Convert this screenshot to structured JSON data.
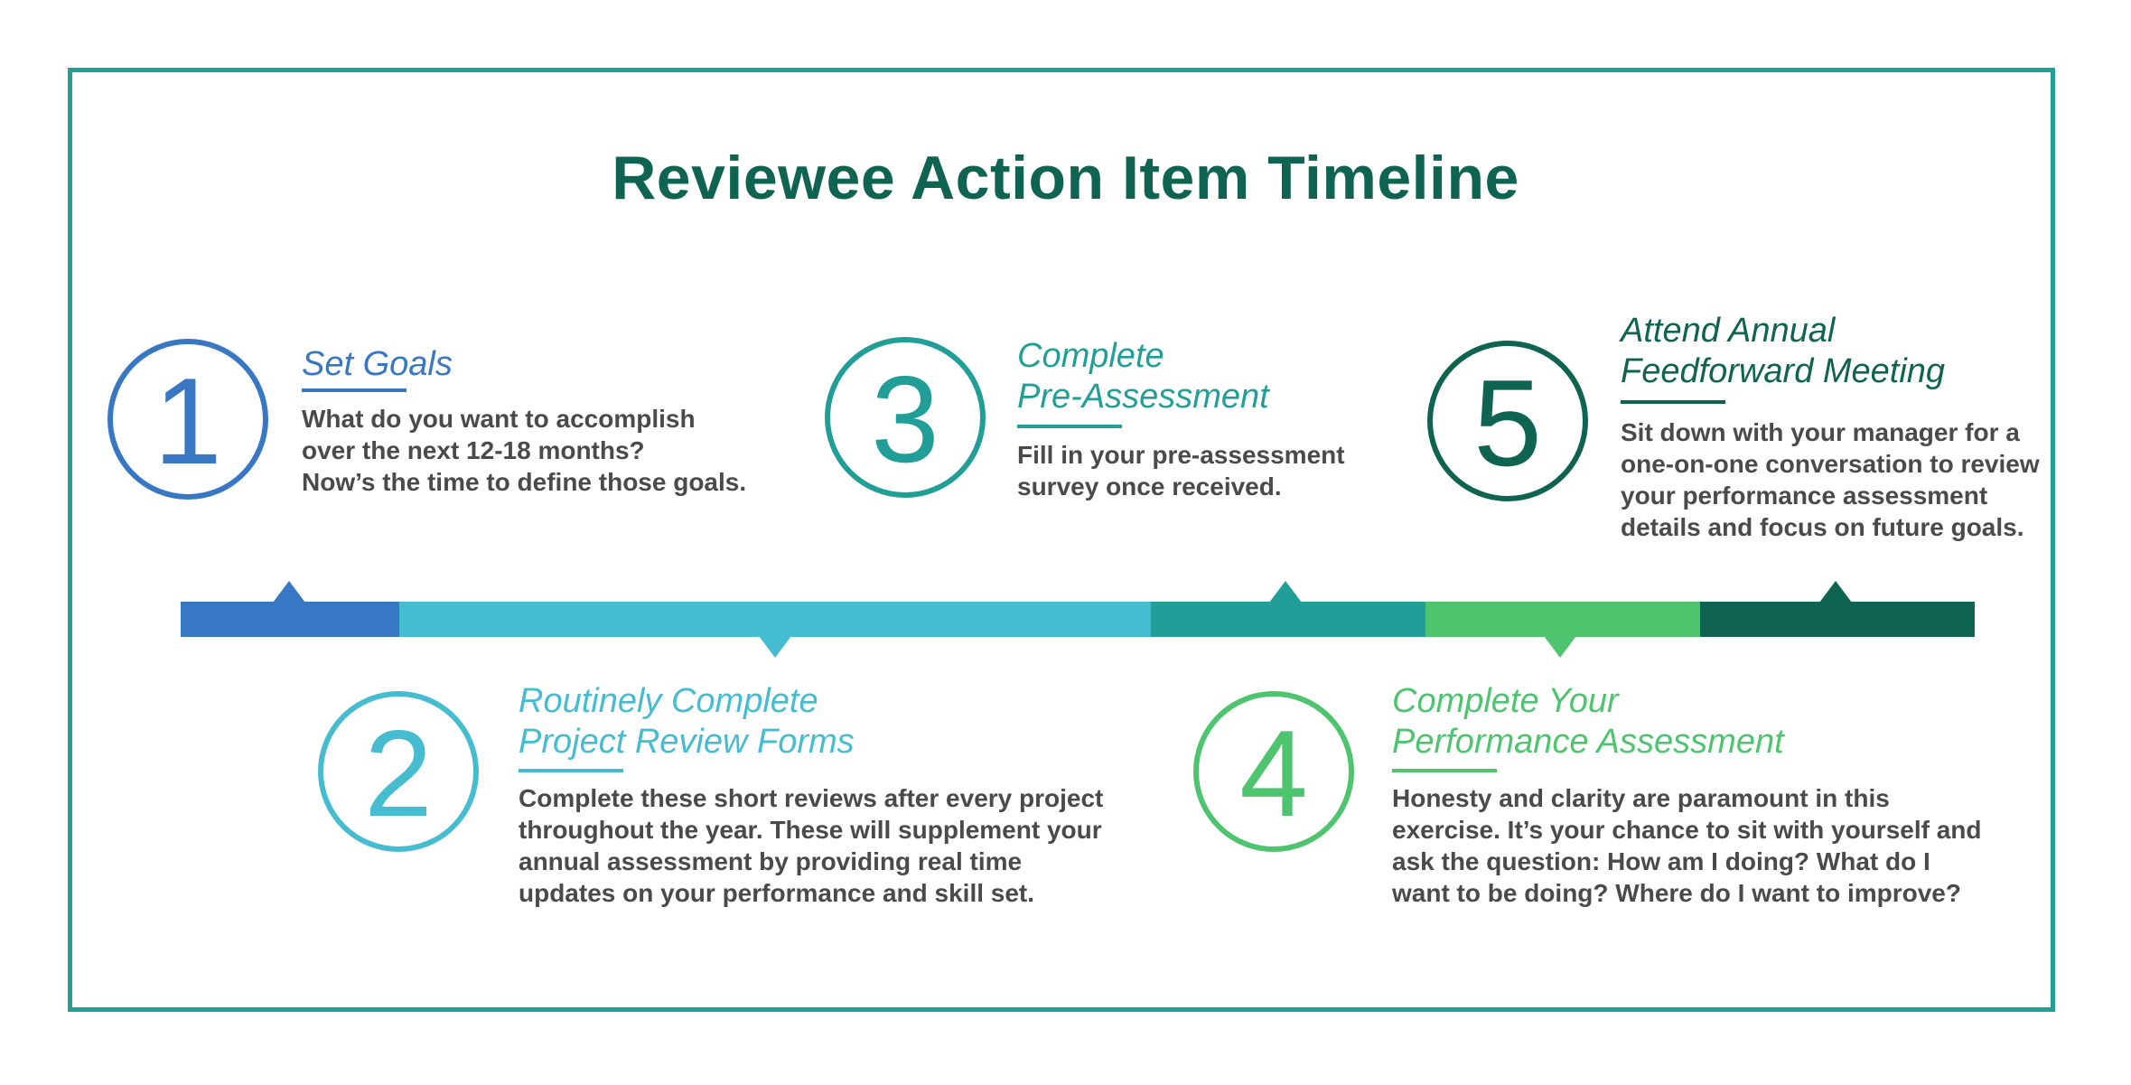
{
  "title": "Reviewee Action Item Timeline",
  "colors": {
    "frame": "#21a098",
    "title": "#0f6351",
    "step1": "#3777c4",
    "step2": "#45bcd0",
    "step3": "#219e97",
    "step4": "#4ec46f",
    "step5": "#0f6351",
    "body_text": "#4a4a4a"
  },
  "steps": [
    {
      "number": "1",
      "title_lines": [
        "Set Goals"
      ],
      "description_lines": [
        "What do you want to accomplish",
        "over the next 12-18 months?",
        "Now’s the time to define those goals."
      ]
    },
    {
      "number": "2",
      "title_lines": [
        "Routinely Complete",
        "Project Review Forms"
      ],
      "description_lines": [
        "Complete these short reviews after every project",
        "throughout the year. These will supplement your",
        "annual assessment by providing real time",
        "updates on your performance and skill set."
      ]
    },
    {
      "number": "3",
      "title_lines": [
        "Complete",
        "Pre-Assessment"
      ],
      "description_lines": [
        "Fill in your pre-assessment",
        "survey once received."
      ]
    },
    {
      "number": "4",
      "title_lines": [
        "Complete Your",
        "Performance Assessment"
      ],
      "description_lines": [
        "Honesty and clarity are paramount in this",
        "exercise. It’s your chance to sit with yourself and",
        "ask the question: How am I doing? What do I",
        "want to be doing? Where do I want to improve?"
      ]
    },
    {
      "number": "5",
      "title_lines": [
        "Attend Annual",
        "Feedforward Meeting"
      ],
      "description_lines": [
        "Sit down with your manager for a",
        "one-on-one conversation to review",
        "your performance assessment",
        "details and focus on future goals."
      ]
    }
  ]
}
